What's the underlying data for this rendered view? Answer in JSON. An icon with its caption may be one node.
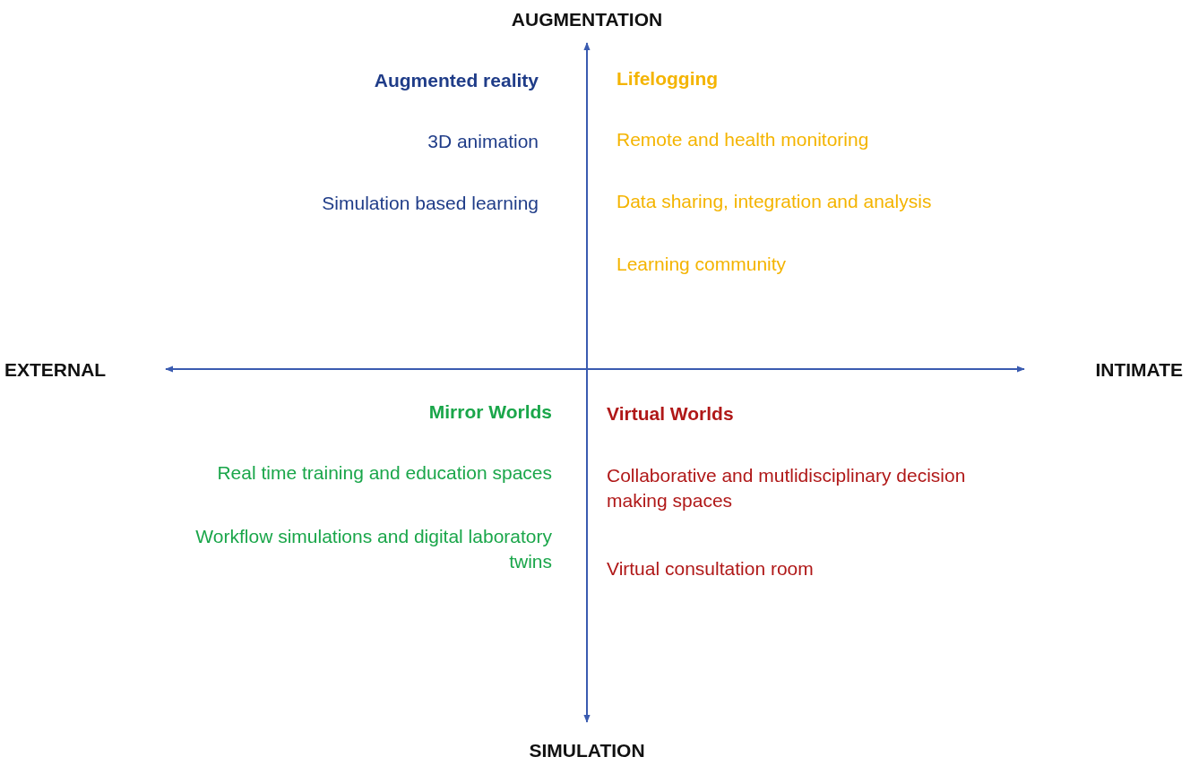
{
  "diagram": {
    "labels": [
      "AUGMENTATION",
      "Augmented reality",
      "Lifelogging",
      "3D animation",
      "Remote and health monitoring",
      "Simulation based learning",
      "Data sharing, integration and analysis",
      "Learning community",
      "EXTERNAL",
      "INTIMATE",
      "Mirror Worlds",
      "Virtual Worlds",
      "Real time training and education spaces",
      "Collaborative and mutlidisciplinary decision making spaces",
      "Workflow simulations and digital laboratory twins",
      "Virtual consultation room",
      "SIMULATION"
    ]
  }
}
